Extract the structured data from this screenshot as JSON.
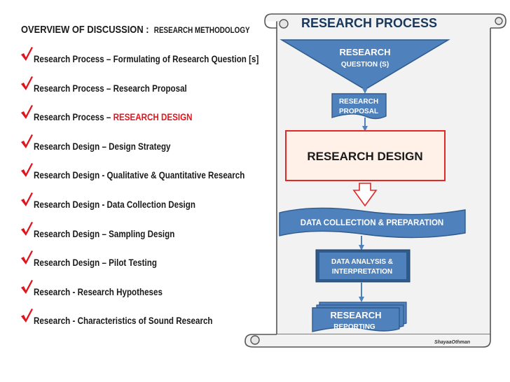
{
  "overview": {
    "title": "OVERVIEW OF DISCUSSION :",
    "subtitle": "RESEARCH METHODOLOGY",
    "items": [
      {
        "prefix": "Research Process – Formulating of Research Question [s]",
        "highlight": ""
      },
      {
        "prefix": "Research Process – Research Proposal",
        "highlight": ""
      },
      {
        "prefix": "Research Process – ",
        "highlight": "RESEARCH DESIGN"
      },
      {
        "prefix": "Research Design – Design Strategy",
        "highlight": ""
      },
      {
        "prefix": "Research Design -  Qualitative & Quantitative Research",
        "highlight": ""
      },
      {
        "prefix": "Research Design -  Data Collection Design",
        "highlight": ""
      },
      {
        "prefix": "Research Design – Sampling Design",
        "highlight": ""
      },
      {
        "prefix": "Research Design – Pilot Testing",
        "highlight": ""
      },
      {
        "prefix": "Research - Research Hypotheses",
        "highlight": ""
      },
      {
        "prefix": "Research -  Characteristics of Sound Research",
        "highlight": ""
      }
    ]
  },
  "diagram": {
    "title": "RESEARCH PROCESS",
    "research_question": {
      "line1": "RESEARCH",
      "line2": "QUESTION (S)"
    },
    "research_proposal": {
      "line1": "RESEARCH",
      "line2": "PROPOSAL"
    },
    "research_design": "RESEARCH DESIGN",
    "data_collection": "DATA COLLECTION  & PREPARATION",
    "data_analysis": {
      "line1": "DATA ANALYSIS &",
      "line2": "INTERPRETATION"
    },
    "research_reporting": {
      "line1": "RESEARCH",
      "line2": "REPORTING"
    },
    "credit": "ShayaaOthman"
  },
  "colors": {
    "blue_box": "#4f81bd",
    "blue_dark": "#2e5a8c",
    "title_text": "#17375e",
    "highlight_red": "#e8141c",
    "check_red": "#e0141c",
    "design_border": "#e02828",
    "design_fill": "#fff1e8",
    "scroll_fill": "#f2f2f2"
  }
}
